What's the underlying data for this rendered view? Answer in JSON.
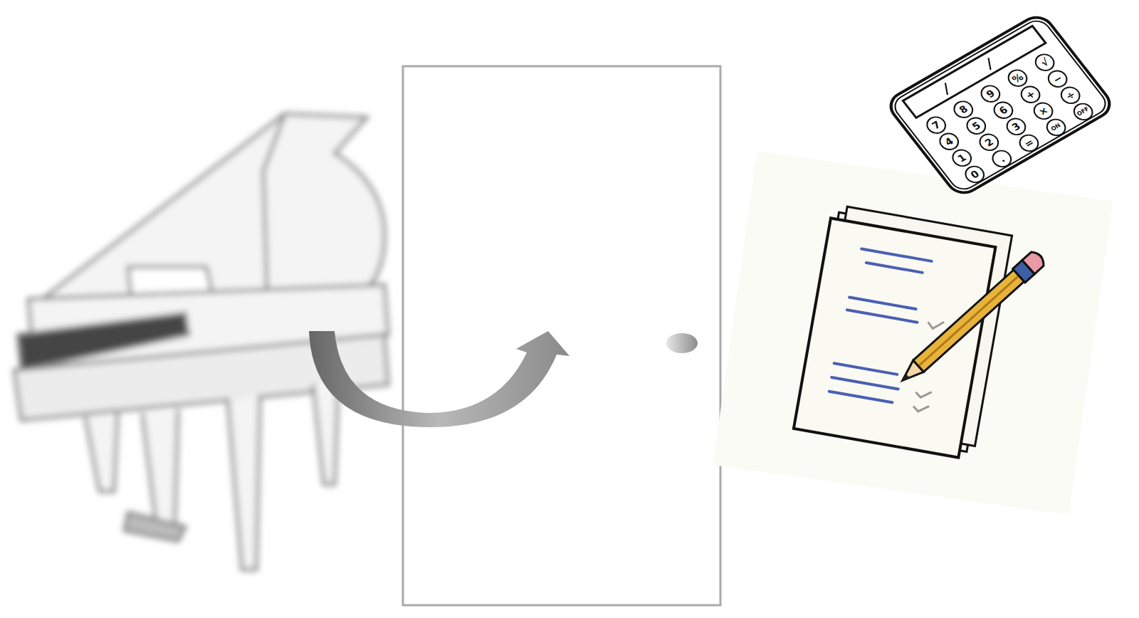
{
  "diagram": {
    "labels": [
      "7",
      "8",
      "9",
      "%",
      "√",
      "4",
      "5",
      "6",
      "+",
      "−",
      "1",
      "2",
      "3",
      "×",
      "÷",
      "0",
      ".",
      "=",
      "ON",
      "OFF"
    ]
  }
}
